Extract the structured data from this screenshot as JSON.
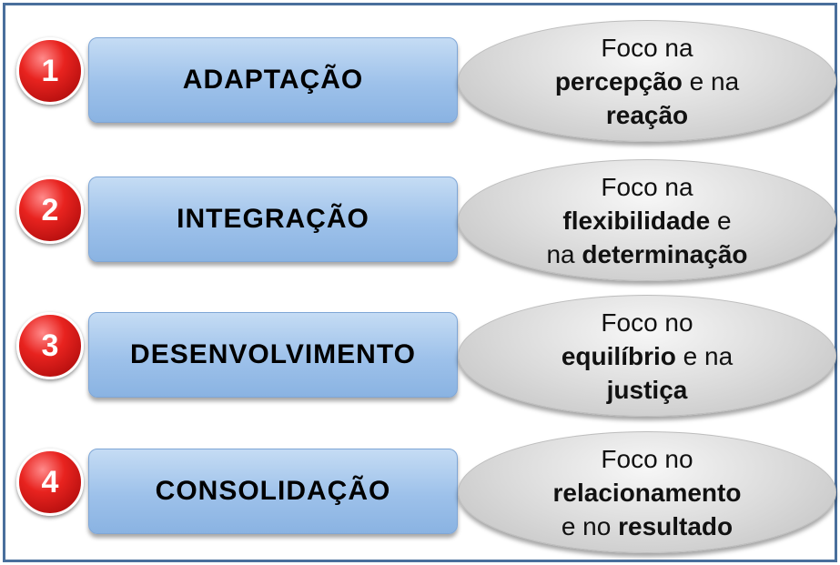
{
  "stages": [
    {
      "number": "1",
      "label": "ADAPTAÇÃO",
      "focus": {
        "l1": "Foco na",
        "l2a": "percepção",
        "l2b": " e na",
        "l3a": "",
        "l3b": "reação"
      }
    },
    {
      "number": "2",
      "label": "INTEGRAÇÃO",
      "focus": {
        "l1": "Foco na",
        "l2a": "flexibilidade",
        "l2b": " e",
        "l3a": "na ",
        "l3b": "determinação"
      }
    },
    {
      "number": "3",
      "label": "DESENVOLVIMENTO",
      "focus": {
        "l1": "Foco no",
        "l2a": "equilíbrio",
        "l2b": " e na",
        "l3a": "",
        "l3b": "justiça"
      }
    },
    {
      "number": "4",
      "label": "CONSOLIDAÇÃO",
      "focus": {
        "l1": "Foco no",
        "l2a": "relacionamento",
        "l2b": "",
        "l3a": "e no ",
        "l3b": "resultado"
      }
    }
  ]
}
